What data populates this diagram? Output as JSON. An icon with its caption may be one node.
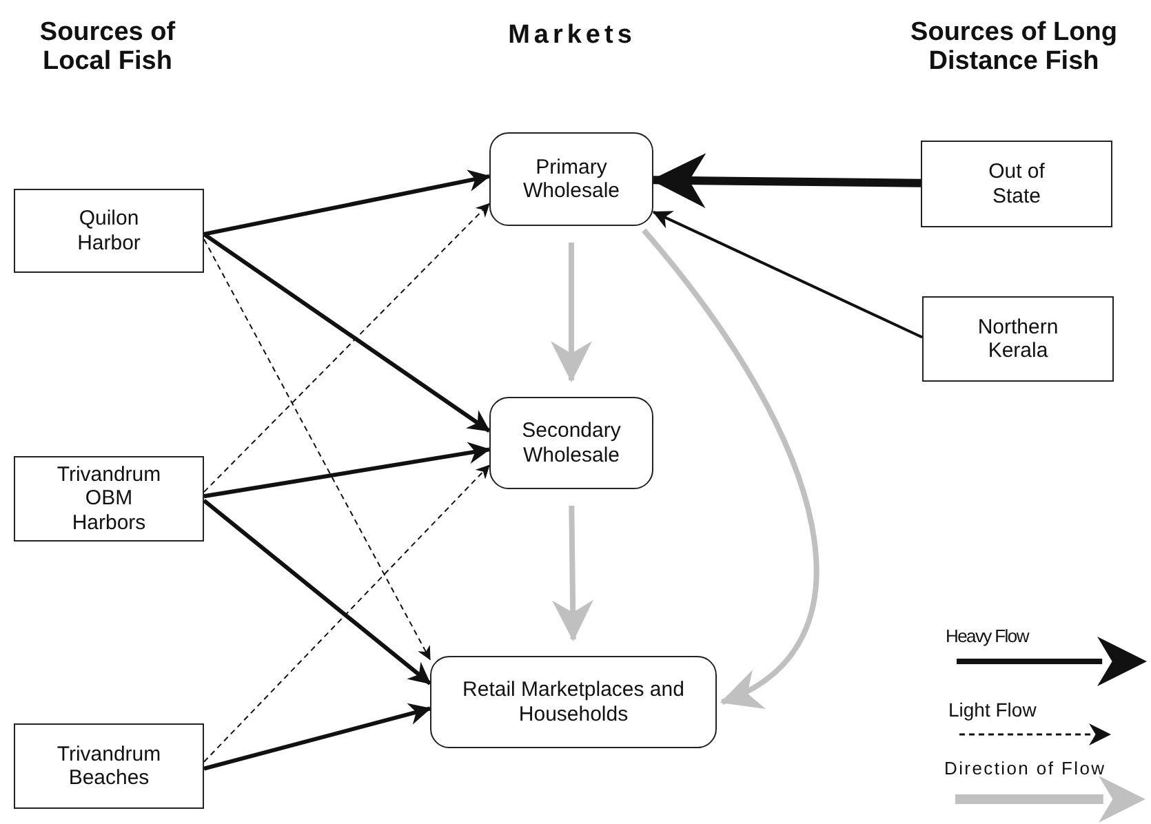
{
  "diagram": {
    "nodes": [
      {
        "text": [
          "Quilon Harbor"
        ]
      },
      {
        "text": [
          "Trivandrum OBM Harbors"
        ]
      },
      {
        "text": [
          "Trivandrum Beaches"
        ]
      },
      {
        "text": [
          "Primary Wholesale"
        ]
      },
      {
        "text": [
          "Secondary Wholesale"
        ]
      },
      {
        "text": [
          "Retail Marketplaces and Households"
        ]
      },
      {
        "text": [
          "Out of State"
        ]
      },
      {
        "text": [
          "Northern Kerala"
        ]
      }
    ],
    "edges": [
      {
        "from": 0,
        "to": 3,
        "arrow": "to"
      },
      {
        "from": 0,
        "to": 4,
        "arrow": "to"
      },
      {
        "from": 0,
        "to": 5,
        "arrow": "to",
        "style": "dashed"
      },
      {
        "from": 1,
        "to": 3,
        "arrow": "to",
        "style": "dashed"
      },
      {
        "from": 1,
        "to": 4,
        "arrow": "to"
      },
      {
        "from": 1,
        "to": 5,
        "arrow": "to"
      },
      {
        "from": 2,
        "to": 4,
        "arrow": "to",
        "style": "dashed"
      },
      {
        "from": 2,
        "to": 5,
        "arrow": "to"
      },
      {
        "from": 6,
        "to": 3,
        "arrow": "to",
        "style": "thick"
      },
      {
        "from": 7,
        "to": 3,
        "arrow": "to"
      },
      {
        "from": 3,
        "to": 4,
        "arrow": "to",
        "color": "#c0c0c0"
      },
      {
        "from": 4,
        "to": 5,
        "arrow": "to",
        "color": "#c0c0c0"
      },
      {
        "from": 3,
        "to": 5,
        "arrow": "to",
        "color": "#c0c0c0"
      }
    ],
    "labels": [
      "Sources of Local Fish",
      "Markets",
      "Sources of Long Distance Fish"
    ],
    "legend": [
      {
        "text": "Heavy Flow"
      },
      {
        "text": "Light Flow"
      },
      {
        "text": "Direction of Flow"
      }
    ]
  }
}
